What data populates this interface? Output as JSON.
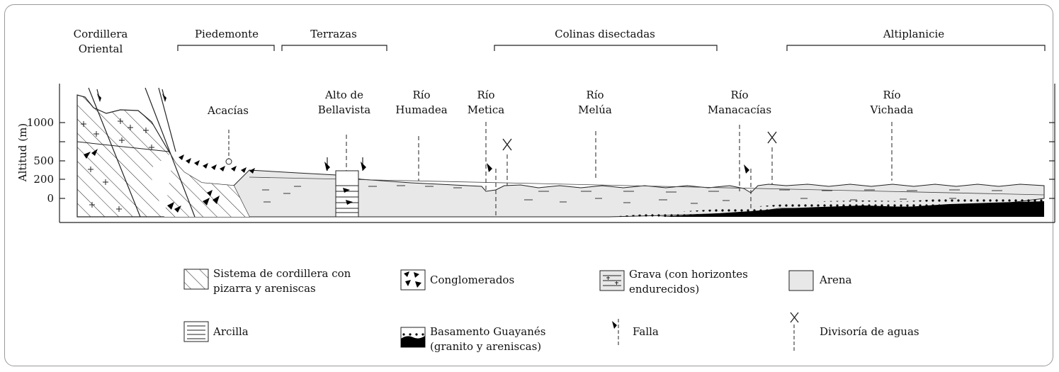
{
  "regions": [
    {
      "line1": "Cordillera",
      "line2": "Oriental"
    },
    {
      "line1": "Piedemonte"
    },
    {
      "line1": "Terrazas"
    },
    {
      "line1": "Colinas disectadas"
    },
    {
      "line1": "Altiplanicie"
    }
  ],
  "axis": {
    "label": "Altitud (m)",
    "ticks": [
      "1000",
      "500",
      "200",
      "0"
    ]
  },
  "places": [
    {
      "line1": "Acacías",
      "line2": ""
    },
    {
      "line1": "Alto de",
      "line2": "Bellavista"
    },
    {
      "line1": "Río",
      "line2": "Humadea"
    },
    {
      "line1": "Río",
      "line2": "Metica"
    },
    {
      "line1": "Río",
      "line2": "Melúa"
    },
    {
      "line1": "Río",
      "line2": "Manacacías"
    },
    {
      "line1": "Río",
      "line2": "Vichada"
    }
  ],
  "legend": [
    {
      "line1": "Sistema de cordillera con",
      "line2": "pizarra y areniscas",
      "icon": "hatch-icon"
    },
    {
      "line1": "Conglomerados",
      "line2": "",
      "icon": "conglomerate-icon"
    },
    {
      "line1": "Grava (con horizontes",
      "line2": "endurecidos)",
      "icon": "gravel-icon"
    },
    {
      "line1": "Arena",
      "line2": "",
      "icon": "sand-icon"
    },
    {
      "line1": "Arcilla",
      "line2": "",
      "icon": "clay-icon"
    },
    {
      "line1": "Basamento Guayanés",
      "line2": "(granito y areniscas)",
      "icon": "basement-icon"
    },
    {
      "line1": "Falla",
      "line2": "",
      "icon": "fault-icon"
    },
    {
      "line1": "Divisoría de aguas",
      "line2": "",
      "icon": "divide-icon"
    }
  ],
  "colors": {
    "sand": "#e8e8e8",
    "basement": "#000000",
    "line": "#222222"
  }
}
